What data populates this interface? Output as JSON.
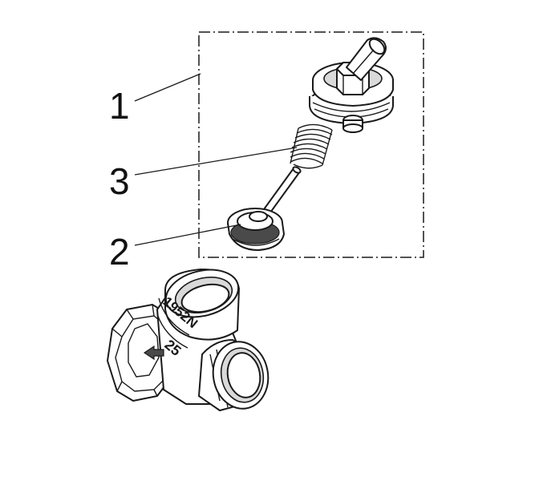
{
  "callouts": [
    {
      "label": "1",
      "part": "valve-head-assembly"
    },
    {
      "label": "3",
      "part": "spring"
    },
    {
      "label": "2",
      "part": "valve-disc"
    }
  ],
  "valve_body_marking": {
    "model": "1952N",
    "size": "25"
  },
  "colors": {
    "line": "#1a1a1a",
    "background": "#ffffff",
    "shade": "#d9d9d9"
  }
}
